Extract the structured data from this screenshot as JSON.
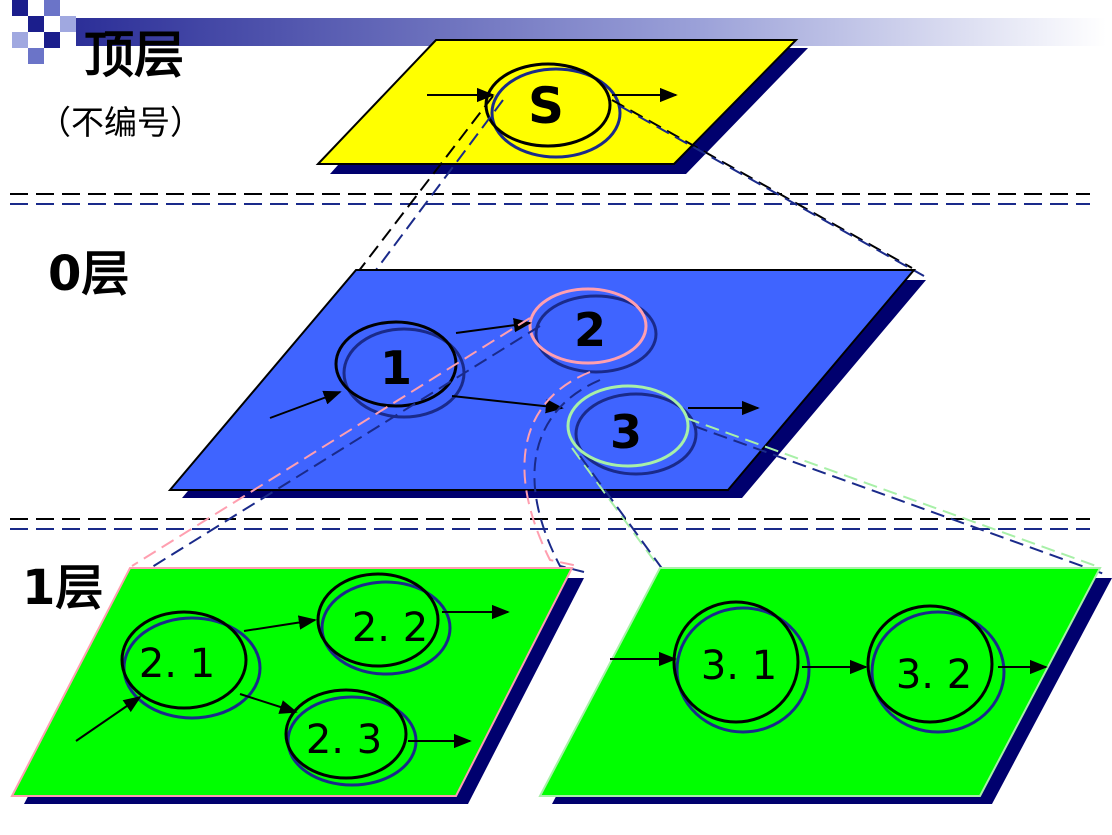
{
  "colors": {
    "top_plane": "#ffff00",
    "level0_plane": "#3f64ff",
    "level1_plane": "#00ff00",
    "shadow": "#00006e",
    "dash_navy": "#1a2a8a",
    "pink": "#ff9fb0",
    "light_green": "#a8f0a8"
  },
  "levels": {
    "top": {
      "title": "顶层",
      "note": "（不编号）"
    },
    "level0": {
      "title": "0层"
    },
    "level1": {
      "title": "1层"
    }
  },
  "nodes": {
    "top": [
      "S"
    ],
    "level0": [
      "1",
      "2",
      "3"
    ],
    "level1_left": [
      "2. 1",
      "2. 2",
      "2. 3"
    ],
    "level1_right": [
      "3. 1",
      "3. 2"
    ]
  }
}
